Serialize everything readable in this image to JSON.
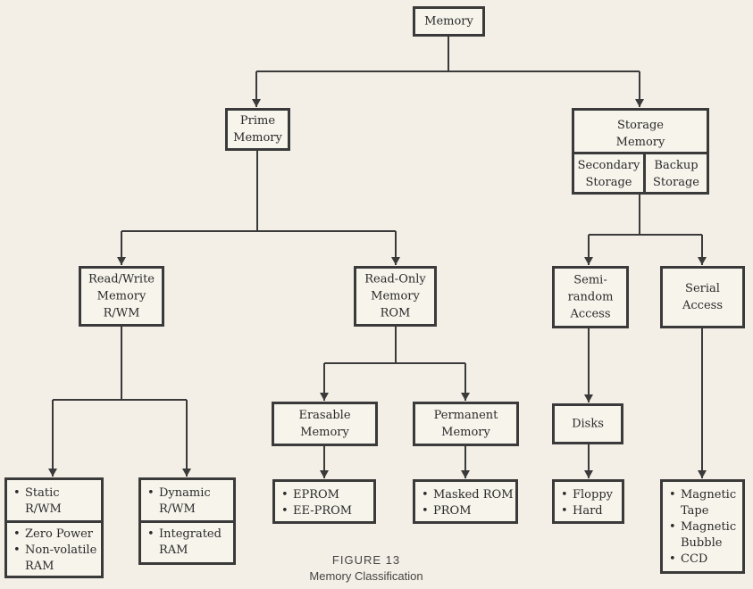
{
  "nodes": {
    "memory": "Memory",
    "prime": "Prime\nMemory",
    "storage": "Storage\nMemory",
    "secondary": "Secondary\nStorage",
    "backup": "Backup\nStorage",
    "rwm": "Read/Write\nMemory\nR/WM",
    "rom": "Read-Only\nMemory\nROM",
    "semirandom": "Semi-\nrandom\nAccess",
    "serial": "Serial\nAccess",
    "erasable": "Erasable\nMemory",
    "permanent": "Permanent\nMemory",
    "disks": "Disks"
  },
  "lists": {
    "static": [
      "Static\nR/WM"
    ],
    "zero_power": [
      "Zero Power",
      "Non-volatile\nRAM"
    ],
    "dynamic": [
      "Dynamic\nR/WM"
    ],
    "integrated": [
      "Integrated\nRAM"
    ],
    "erasable_types": [
      "EPROM",
      "EE-PROM"
    ],
    "permanent_types": [
      "Masked ROM",
      "PROM"
    ],
    "disk_types": [
      "Floppy",
      "Hard"
    ],
    "serial_types": [
      "Magnetic\nTape",
      "Magnetic\nBubble",
      "CCD"
    ]
  },
  "caption": {
    "figure": "FIGURE   13",
    "title": "Memory Classification"
  },
  "colors": {
    "ink": "#3a3a3a",
    "paper": "#f3efe6"
  }
}
